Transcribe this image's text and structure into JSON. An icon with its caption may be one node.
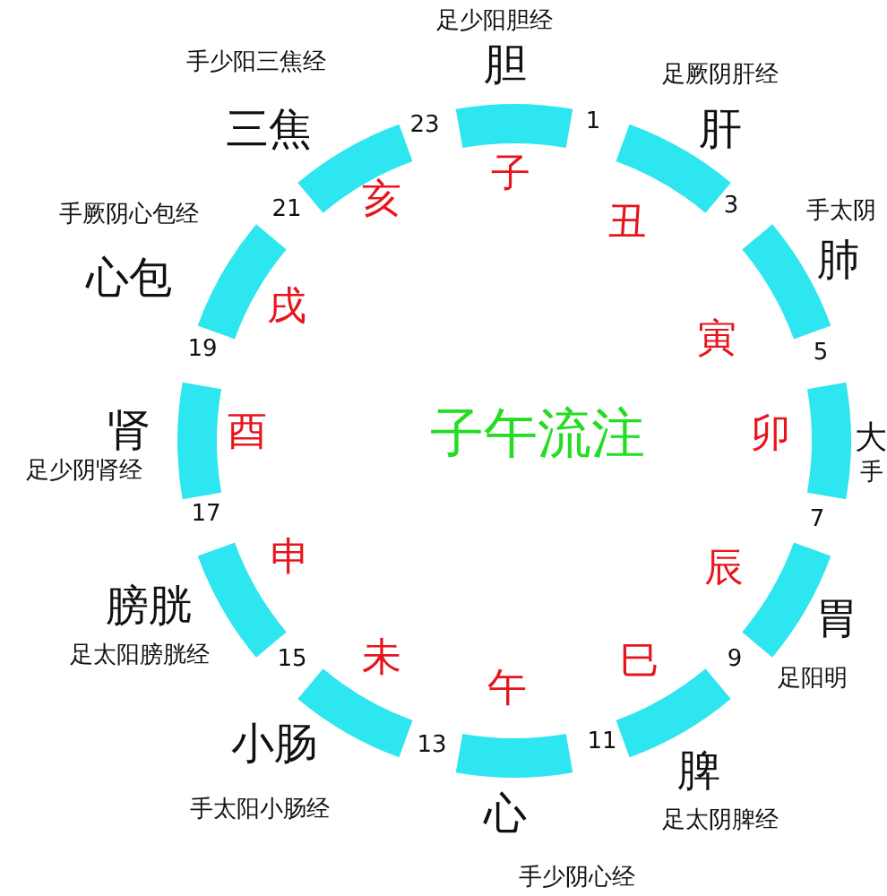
{
  "diagram": {
    "title": "子午流注",
    "labels": [
      "足少阳胆经",
      "胆",
      "手少阳三焦经",
      "足厥阴肝经",
      "23",
      "1",
      "三焦",
      "肝",
      "子",
      "手厥阴心包经",
      "21",
      "亥",
      "丑",
      "3",
      "手太阴",
      "心包",
      "肺",
      "戌",
      "寅",
      "19",
      "5",
      "肾",
      "酉",
      "卯",
      "大",
      "足少阴肾经",
      "手",
      "17",
      "申",
      "7",
      "辰",
      "膀胱",
      "胃",
      "足太阳膀胱经",
      "15",
      "未",
      "巳",
      "9",
      "足阳明",
      "午",
      "小肠",
      "13",
      "11",
      "脾",
      "足太阴脾经",
      "手太阳小肠经",
      "心",
      "手少阴心经"
    ]
  }
}
